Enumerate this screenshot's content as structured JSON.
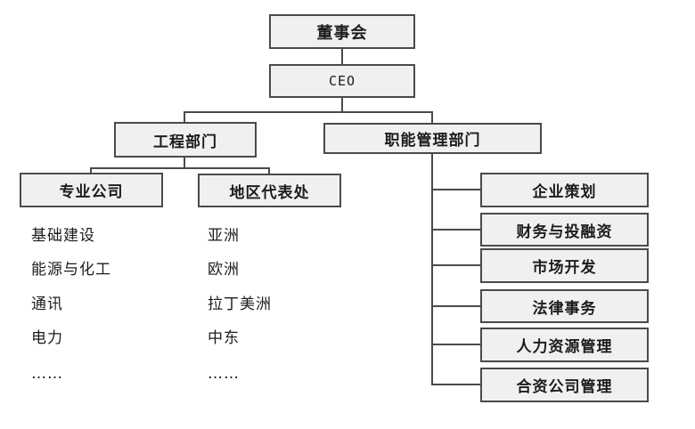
{
  "org": {
    "board": "董事会",
    "ceo": "CEO",
    "engineering": "工程部门",
    "functional": "职能管理部门",
    "specialized_companies": {
      "label": "专业公司",
      "items": [
        "基础建设",
        "能源与化工",
        "通讯",
        "电力",
        "……"
      ]
    },
    "regional_offices": {
      "label": "地区代表处",
      "items": [
        "亚洲",
        "欧洲",
        "拉丁美洲",
        "中东",
        "……"
      ]
    },
    "functional_departments": [
      "企业策划",
      "财务与投融资",
      "市场开发",
      "法律事务",
      "人力资源管理",
      "合资公司管理"
    ]
  },
  "colors": {
    "background": "#ffffff",
    "box_fill": "#f0f0f0",
    "box_border": "#4a4a4a",
    "line": "#4a4a4a",
    "text": "#1c1c1c"
  }
}
